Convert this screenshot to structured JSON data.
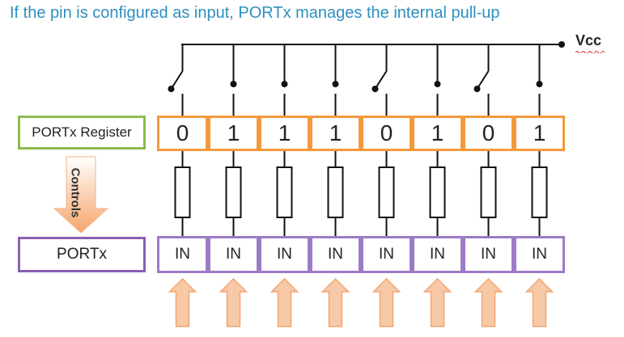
{
  "caption": "If the pin is configured  as input, PORTx manages the internal pull-up",
  "vcc_label": "Vcc",
  "register_label": "PORTx Register",
  "controls_label": "Controls",
  "port_label": "PORTx",
  "bits": [
    {
      "value": "0",
      "switch_closed": false
    },
    {
      "value": "1",
      "switch_closed": true
    },
    {
      "value": "1",
      "switch_closed": true
    },
    {
      "value": "1",
      "switch_closed": true
    },
    {
      "value": "0",
      "switch_closed": false
    },
    {
      "value": "1",
      "switch_closed": true
    },
    {
      "value": "0",
      "switch_closed": false
    },
    {
      "value": "1",
      "switch_closed": true
    }
  ],
  "pins": [
    "IN",
    "IN",
    "IN",
    "IN",
    "IN",
    "IN",
    "IN",
    "IN"
  ],
  "colors": {
    "caption": "#2e8fc0",
    "register_border": "#f39a3d",
    "register_label_border": "#8dbb4f",
    "port_border": "#9d7cc6",
    "arrow_fill": "#f7c9a6",
    "arrow_stroke": "#f0a673"
  }
}
